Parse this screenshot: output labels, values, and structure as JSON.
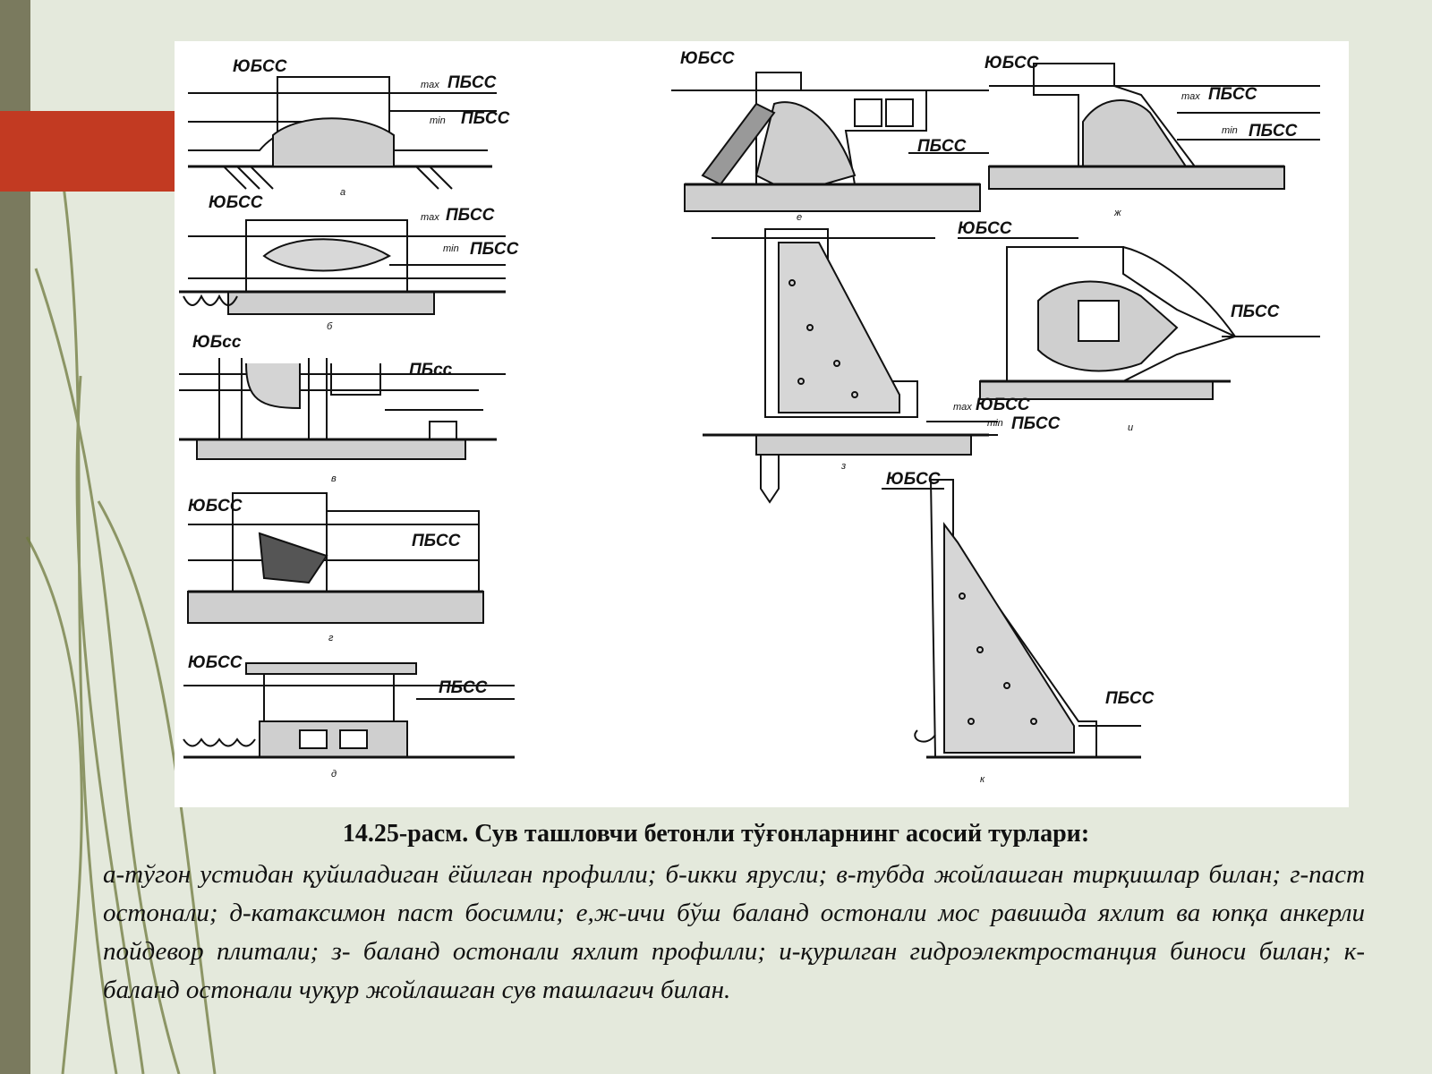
{
  "caption": "14.25-расм. Сув ташловчи бетонли тўғонларнинг асосий турлари:",
  "description": "а-тўгон устидан  қуйиладиган  ёйилган профилли; б-икки ярусли; в-тубда жойлашган тирқишлар билан; г-паст остонали; д-катаксимон  паст босимли; е,ж-ичи бўш баланд остонали  мос равишда яхлит ва юпқа  анкерли пойдевор плитали; з- баланд остонали яхлит  профилли; и-қурилган  гидроэлектростанция биноси билан; к-баланд остонали чуқур жойлашган сув ташлагич билан.",
  "figure": {
    "water_labels": {
      "upstream": "ЮБСС",
      "upstream_alt": "ЮБсс",
      "downstream": "ПБСС",
      "downstream_alt": "ПБсс",
      "max": "max",
      "min": "min"
    },
    "panel_letters": {
      "a": "а",
      "b": "б",
      "v": "в",
      "g": "г",
      "d": "д",
      "e": "е",
      "zh": "ж",
      "z": "з",
      "i": "и",
      "k": "к"
    }
  },
  "colors": {
    "background": "#e4e9dc",
    "left_bar": "#7a7a5e",
    "accent": "#c23a22",
    "figure_bg": "#ffffff",
    "ink": "#111111"
  }
}
